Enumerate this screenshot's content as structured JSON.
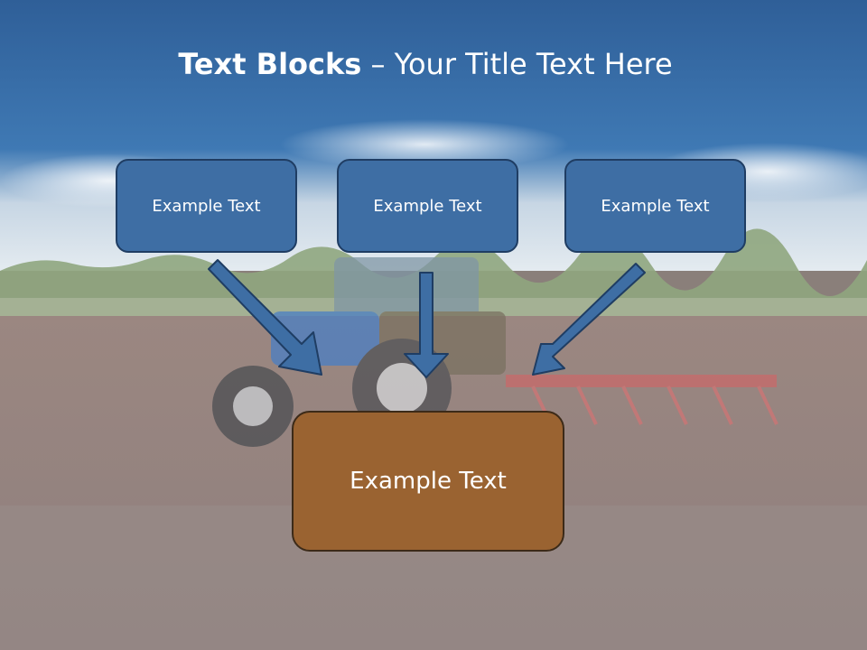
{
  "slide": {
    "title_bold": "Text Blocks",
    "title_dash": " – ",
    "title_rest": "Your Title Text Here"
  },
  "blocks": [
    {
      "label": "Example Text"
    },
    {
      "label": "Example Text"
    },
    {
      "label": "Example Text"
    }
  ],
  "center_block": {
    "label": "Example Text"
  },
  "colors": {
    "box_fill": "#3e6ea4",
    "box_border": "#1f3d63",
    "center_fill": "#9a6331",
    "center_border": "#3c2a18",
    "arrow_fill": "#3e6ea4"
  }
}
